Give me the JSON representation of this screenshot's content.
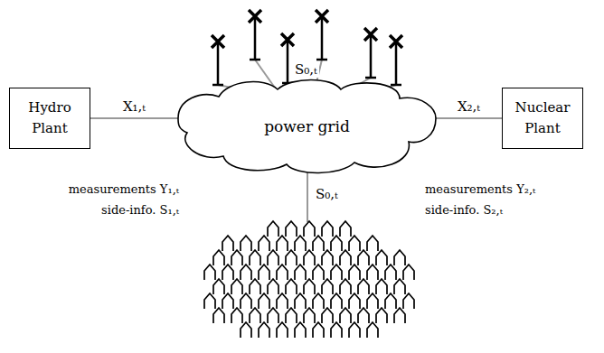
{
  "diagram": {
    "nodes": [
      {
        "text": [
          "Hydro Plant"
        ]
      },
      {
        "text": [
          "power grid"
        ]
      },
      {
        "text": [
          "Nuclear Plant"
        ]
      }
    ],
    "edges": [
      {
        "from": 0,
        "to": 1,
        "arrow": "none",
        "label": "X₁,ₜ"
      },
      {
        "from": 1,
        "to": 2,
        "arrow": "none",
        "label": "X₂,ₜ"
      }
    ],
    "labels": [
      "S₀,ₜ",
      "measurements Y₁,ₜ",
      "side-info. S₁,ₜ",
      "measurements Y₂,ₜ",
      "side-info. S₂,ₜ",
      "S₀,ₜ"
    ]
  }
}
